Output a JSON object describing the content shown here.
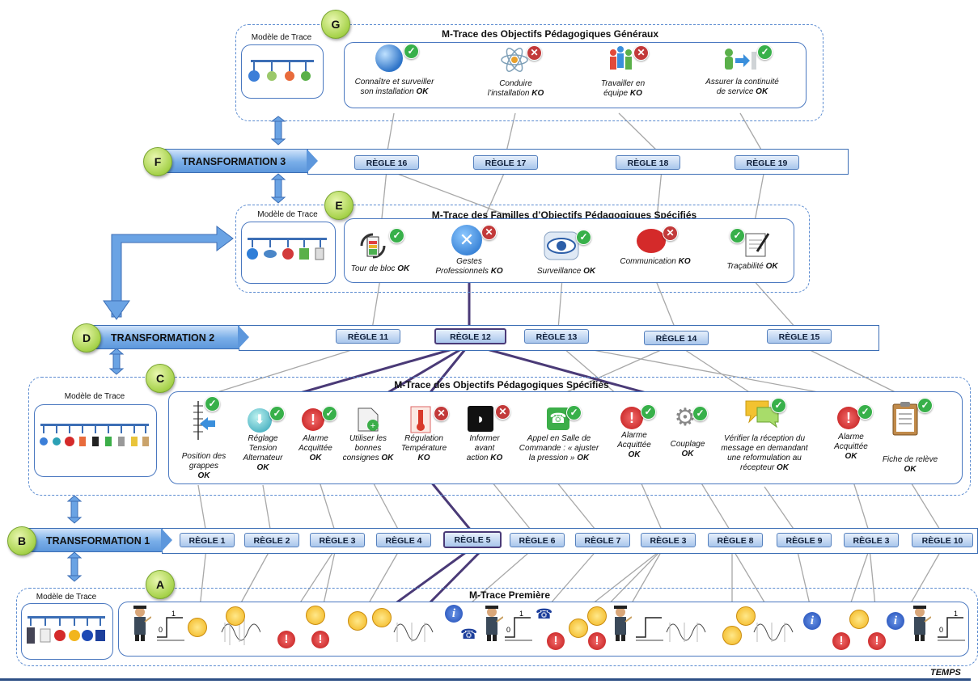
{
  "model_label": "Modèle de Trace",
  "sections": {
    "G": {
      "letter": "G",
      "title": "M-Trace des Objectifs Pédagogiques Généraux"
    },
    "E": {
      "letter": "E",
      "title": "M-Trace des Familles d’Objectifs Pédagogiques Spécifiés"
    },
    "C": {
      "letter": "C",
      "title": "M-Trace des Objectifs Pédagogiques Spécifiés"
    },
    "A": {
      "letter": "A",
      "title": "M-Trace Première"
    }
  },
  "transformations": {
    "F": {
      "letter": "F",
      "label": "TRANSFORMATION 3",
      "rules": [
        "RÈGLE 16",
        "RÈGLE 17",
        "RÈGLE 18",
        "RÈGLE 19"
      ]
    },
    "D": {
      "letter": "D",
      "label": "TRANSFORMATION 2",
      "rules": [
        "RÈGLE 11",
        "RÈGLE 12",
        "RÈGLE 13",
        "RÈGLE 14",
        "RÈGLE 15"
      ]
    },
    "B": {
      "letter": "B",
      "label": "TRANSFORMATION 1",
      "rules": [
        "RÈGLE 1",
        "RÈGLE 2",
        "RÈGLE 3",
        "RÈGLE 4",
        "RÈGLE 5",
        "RÈGLE 6",
        "RÈGLE 7",
        "RÈGLE 3",
        "RÈGLE 8",
        "RÈGLE 9",
        "RÈGLE 3",
        "RÈGLE 10"
      ]
    }
  },
  "general_objectives": [
    {
      "l1": "Connaître et surveiller",
      "l2": "son installation",
      "st": "OK",
      "icon": "globe-icon"
    },
    {
      "l1": "Conduire",
      "l2": "l’installation",
      "st": "KO",
      "icon": "atom-icon"
    },
    {
      "l1": "Travailler en",
      "l2": "équipe",
      "st": "KO",
      "icon": "team-icon"
    },
    {
      "l1": "Assurer la continuité",
      "l2": "de service",
      "st": "OK",
      "icon": "continuity-icon"
    }
  ],
  "families": [
    {
      "l1": "",
      "l2": "Tour de bloc",
      "st": "OK",
      "icon": "battery-icon"
    },
    {
      "l1": "Gestes",
      "l2": "Professionnels",
      "st": "KO",
      "icon": "tools-icon"
    },
    {
      "l1": "",
      "l2": "Surveillance",
      "st": "OK",
      "icon": "eye-icon"
    },
    {
      "l1": "",
      "l2": "Communication",
      "st": "KO",
      "icon": "communication-icon"
    },
    {
      "l1": "",
      "l2": "Traçabilité",
      "st": "OK",
      "icon": "notepad-icon"
    }
  ],
  "specified": [
    {
      "lines": [
        "Position des",
        "grappes"
      ],
      "st": "OK",
      "icon": "grappes-icon",
      "ok": true
    },
    {
      "lines": [
        "Réglage",
        "Tension",
        "Alternateur"
      ],
      "st": "OK",
      "icon": "download-icon",
      "ok": true
    },
    {
      "lines": [
        "Alarme",
        "Acquittée"
      ],
      "st": "OK",
      "icon": "alarm-icon",
      "ok": true
    },
    {
      "lines": [
        "Utiliser les",
        "bonnes",
        "consignes"
      ],
      "st": "OK",
      "icon": "document-icon",
      "ok": true
    },
    {
      "lines": [
        "Régulation",
        "Température"
      ],
      "st": "KO",
      "icon": "thermometer-icon",
      "ok": false
    },
    {
      "lines": [
        "Informer",
        "avant",
        "action"
      ],
      "st": "KO",
      "icon": "speaker-icon",
      "ok": false
    },
    {
      "lines": [
        "Appel en Salle de",
        "Commande : « ajuster",
        "la pression »"
      ],
      "st": "OK",
      "icon": "phone-icon",
      "ok": true
    },
    {
      "lines": [
        "Alarme",
        "Acquittée"
      ],
      "st": "OK",
      "icon": "alarm-icon",
      "ok": true
    },
    {
      "lines": [
        "Couplage"
      ],
      "st": "OK",
      "icon": "gears-icon",
      "ok": true
    },
    {
      "lines": [
        "Vérifier la réception du",
        "message en demandant",
        "une reformulation au",
        "récepteur"
      ],
      "st": "OK",
      "icon": "chat-icon",
      "ok": true
    },
    {
      "lines": [
        "Alarme",
        "Acquittée"
      ],
      "st": "OK",
      "icon": "alarm-icon",
      "ok": true
    },
    {
      "lines": [
        "Fiche de relève"
      ],
      "st": "OK",
      "icon": "clipboard-icon",
      "ok": true
    }
  ],
  "timeline_label": "TEMPS",
  "colors": {
    "accent": "#5d97dc",
    "ok": "#38b04a",
    "ko": "#c23a3a",
    "highlight": "#4a3a77",
    "connector": "#a8a8a8"
  }
}
